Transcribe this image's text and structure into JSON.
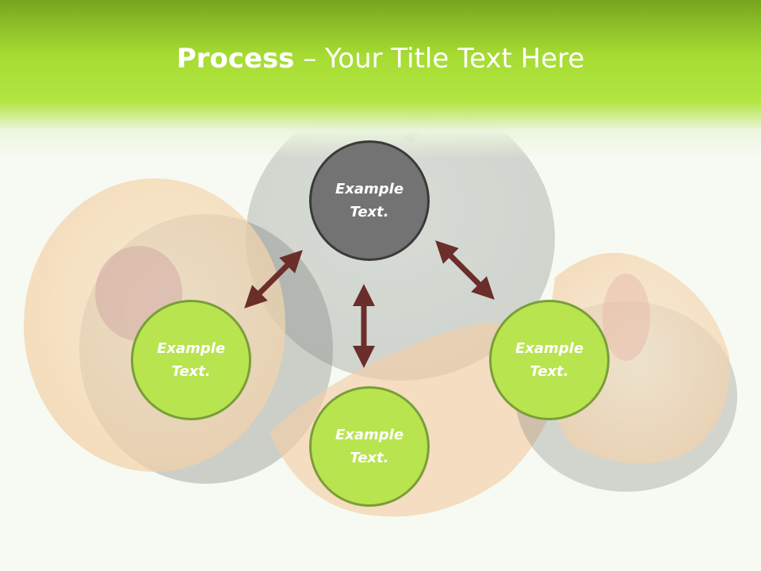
{
  "slide": {
    "title_bold": "Process",
    "title_rest": " – Your Title Text Here"
  },
  "diagram": {
    "center": {
      "line1": "Example",
      "line2": "Text."
    },
    "left": {
      "line1": "Example",
      "line2": "Text."
    },
    "bottom": {
      "line1": "Example",
      "line2": "Text."
    },
    "right": {
      "line1": "Example",
      "line2": "Text."
    }
  },
  "colors": {
    "header_green": "#a6dc33",
    "leaf_fill": "#b8e450",
    "leaf_border": "#7a9e38",
    "center_fill": "#737373",
    "arrow": "#6b2e2a"
  },
  "background_image": "faded plums and apple photo"
}
